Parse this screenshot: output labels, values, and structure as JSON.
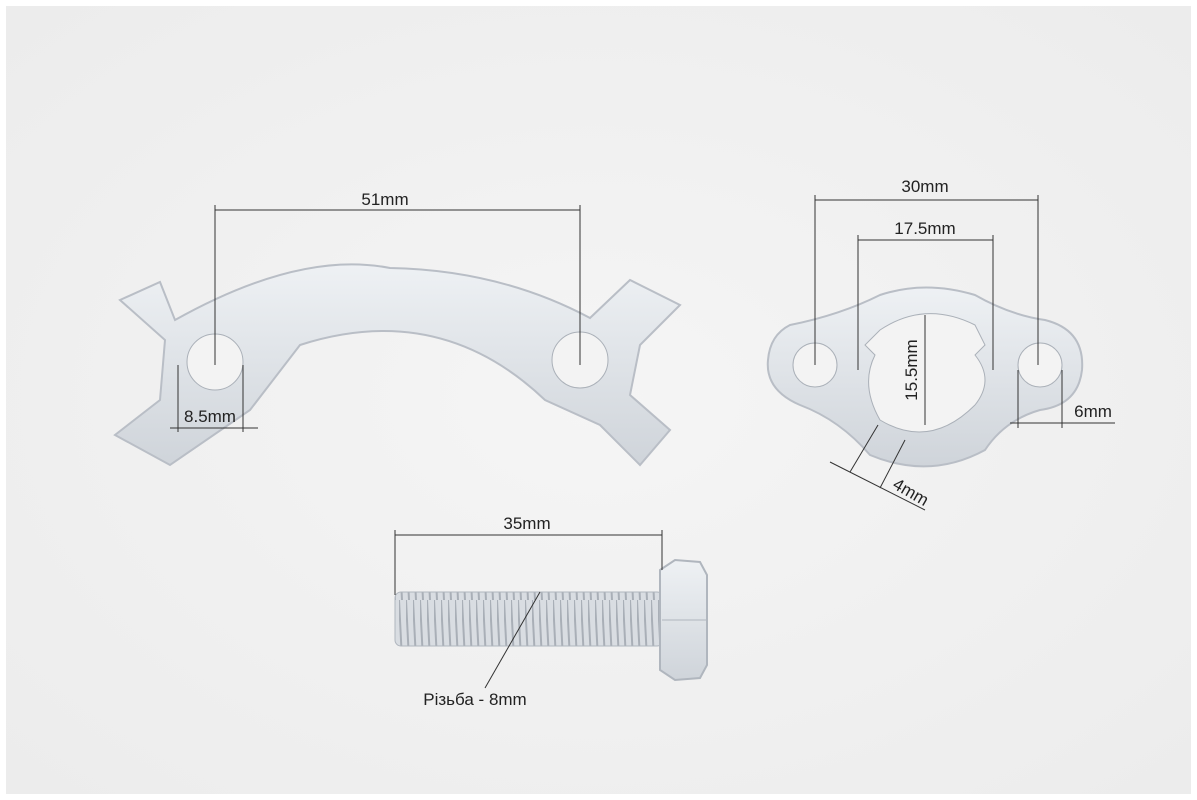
{
  "parts": {
    "lock_plate": {
      "span_label": "51mm",
      "hole_label": "8.5mm"
    },
    "lock_washer": {
      "width_label": "30mm",
      "inner_width_label": "17.5mm",
      "inner_height_label": "15.5mm",
      "hole_label": "6mm",
      "tab_label": "4mm"
    },
    "bolt": {
      "length_label": "35mm",
      "thread_label": "Різьба - 8mm"
    }
  },
  "colors": {
    "background": "#f1f1f1",
    "metal": "#dfe3e8",
    "metal_edge": "#b9bec6"
  }
}
